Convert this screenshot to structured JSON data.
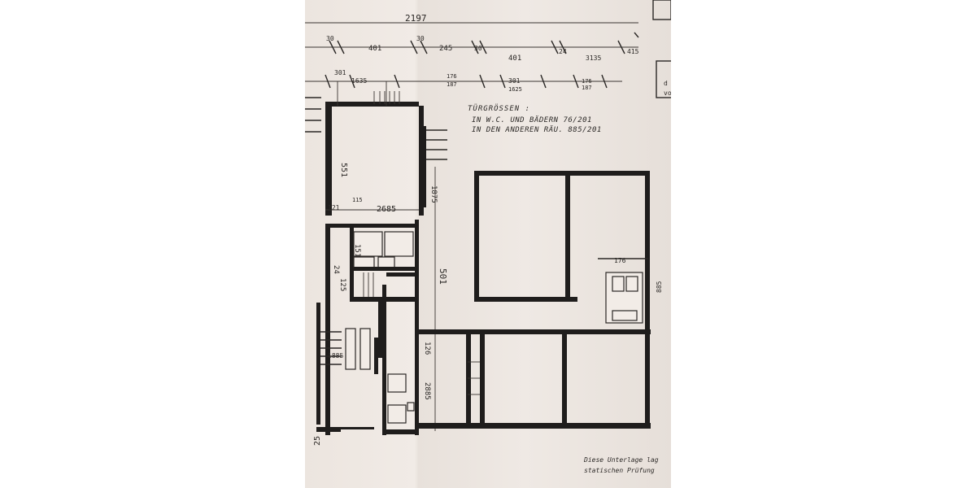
{
  "dimensions": {
    "overall": "2197",
    "top_row": [
      "30",
      "401",
      "30",
      "245",
      "30",
      "401",
      "24",
      "3135",
      "415"
    ],
    "second_row": [
      "301",
      "1635",
      "176",
      "187",
      "301",
      "1625",
      "176",
      "187"
    ],
    "vertical_left": [
      "551",
      "121",
      "115",
      "2685",
      "151",
      "24",
      "125",
      "1885",
      "25"
    ],
    "middle": [
      "1875",
      "501",
      "126",
      "2885"
    ],
    "right": [
      "176",
      "885"
    ]
  },
  "notes": {
    "title": "TÜRGRÖSSEN :",
    "line1": "IN W.C. UND BÄDERN   76/201",
    "line2": "IN DEN ANDEREN RÄU.  885/201"
  },
  "footer": {
    "line1": "Diese Unterlage lag",
    "line2": "statischen Prüfung"
  },
  "side_labels": [
    "d",
    "vo"
  ]
}
